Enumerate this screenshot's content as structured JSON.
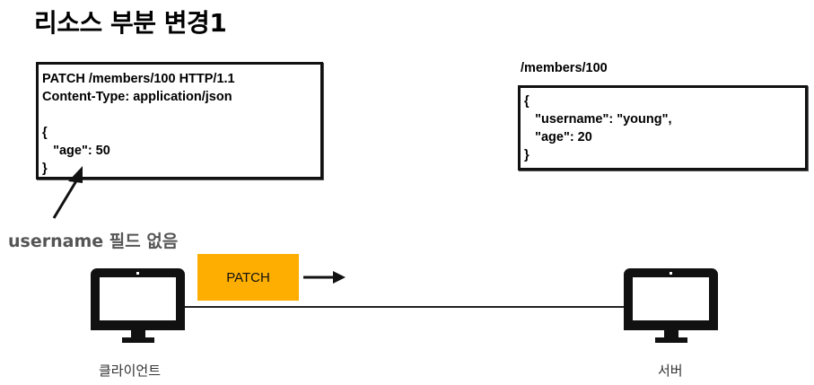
{
  "title": "리소스 부분 변경1",
  "request": {
    "lines": [
      "PATCH /members/100 HTTP/1.1",
      "Content-Type: application/json",
      "",
      "{",
      "   \"age\": 50",
      "}"
    ]
  },
  "response": {
    "path": "/members/100",
    "lines": [
      "{",
      "   \"username\": \"young\",",
      "   \"age\": 20",
      "}"
    ]
  },
  "note": "username 필드 없음",
  "method_badge": {
    "label": "PATCH",
    "color": "#fdae00"
  },
  "client": {
    "label": "클라이언트",
    "icon": "monitor-icon"
  },
  "server": {
    "label": "서버",
    "icon": "monitor-icon"
  }
}
